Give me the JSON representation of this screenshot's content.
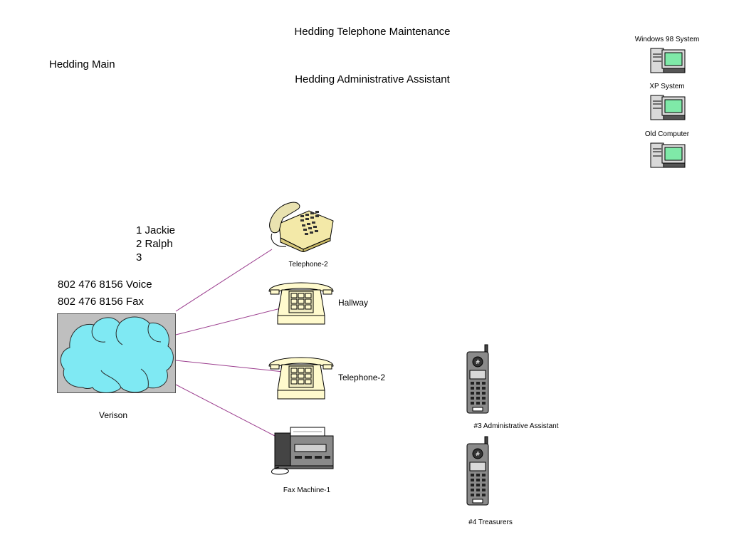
{
  "header": {
    "title": "Hedding Telephone Maintenance",
    "main_label": "Hedding Main",
    "assistant_label": "Hedding Administrative Assistant"
  },
  "lines": {
    "items": [
      "1 Jackie",
      "2 Ralph",
      "3"
    ]
  },
  "numbers": {
    "voice": "802 476 8156 Voice",
    "fax": "802 476 8156 Fax"
  },
  "cloud": {
    "label": "Verison"
  },
  "devices": {
    "telephone_top": "Telephone-2",
    "phone_hallway": "Hallway",
    "phone_second": "Telephone-2",
    "fax": "Fax Machine-1",
    "cordless_admin": "#3 Administrative Assistant",
    "cordless_treasurer": "#4 Treasurers"
  },
  "computers": {
    "win98": "Windows 98 System",
    "xp": "XP System",
    "old": "Old Computer"
  },
  "colors": {
    "cloud_fill": "#7fe9f3",
    "cloud_box": "#bfbfbf",
    "wire": "#9b3d8e",
    "phone_fill": "#fffacd",
    "monitor_screen": "#7fe9a8"
  }
}
